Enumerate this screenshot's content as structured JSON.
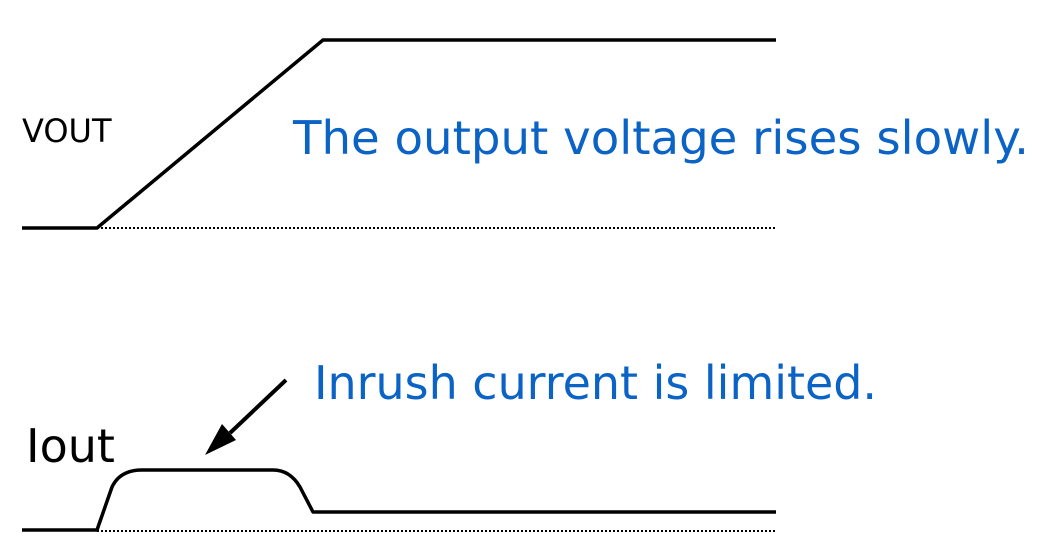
{
  "diagram": {
    "type": "timing-waveform",
    "colors": {
      "waveform": "#000000",
      "annotation": "#0b63c5",
      "baseline": "#000000"
    },
    "signals": [
      {
        "name": "VOUT",
        "label": "VOUT",
        "shape": "ramp-up-then-hold",
        "annotation": "The output voltage rises slowly."
      },
      {
        "name": "Iout",
        "label": "Iout",
        "shape": "limited-pulse-then-steady",
        "annotation": "Inrush current is limited."
      }
    ]
  }
}
